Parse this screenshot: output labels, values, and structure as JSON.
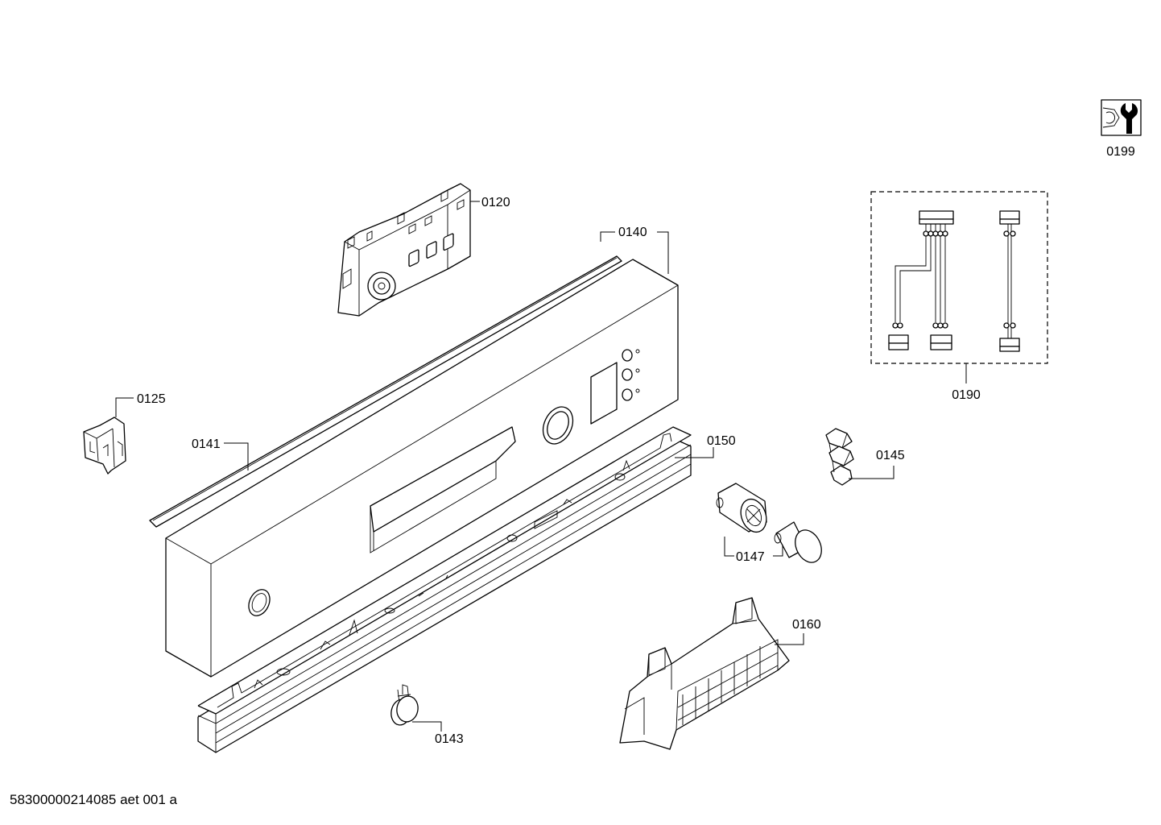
{
  "document_id": "58300000214085 aet 001 a",
  "parts": [
    {
      "key": "p0120",
      "number": "0120"
    },
    {
      "key": "p0125",
      "number": "0125"
    },
    {
      "key": "p0140",
      "number": "0140"
    },
    {
      "key": "p0141",
      "number": "0141"
    },
    {
      "key": "p0143",
      "number": "0143"
    },
    {
      "key": "p0145",
      "number": "0145"
    },
    {
      "key": "p0147",
      "number": "0147"
    },
    {
      "key": "p0150",
      "number": "0150"
    },
    {
      "key": "p0160",
      "number": "0160"
    },
    {
      "key": "p0190",
      "number": "0190"
    },
    {
      "key": "p0199",
      "number": "0199"
    }
  ],
  "icons": {
    "service_kit": "wrench-nut-icon"
  },
  "colors": {
    "line": "#000000",
    "background": "#ffffff"
  }
}
